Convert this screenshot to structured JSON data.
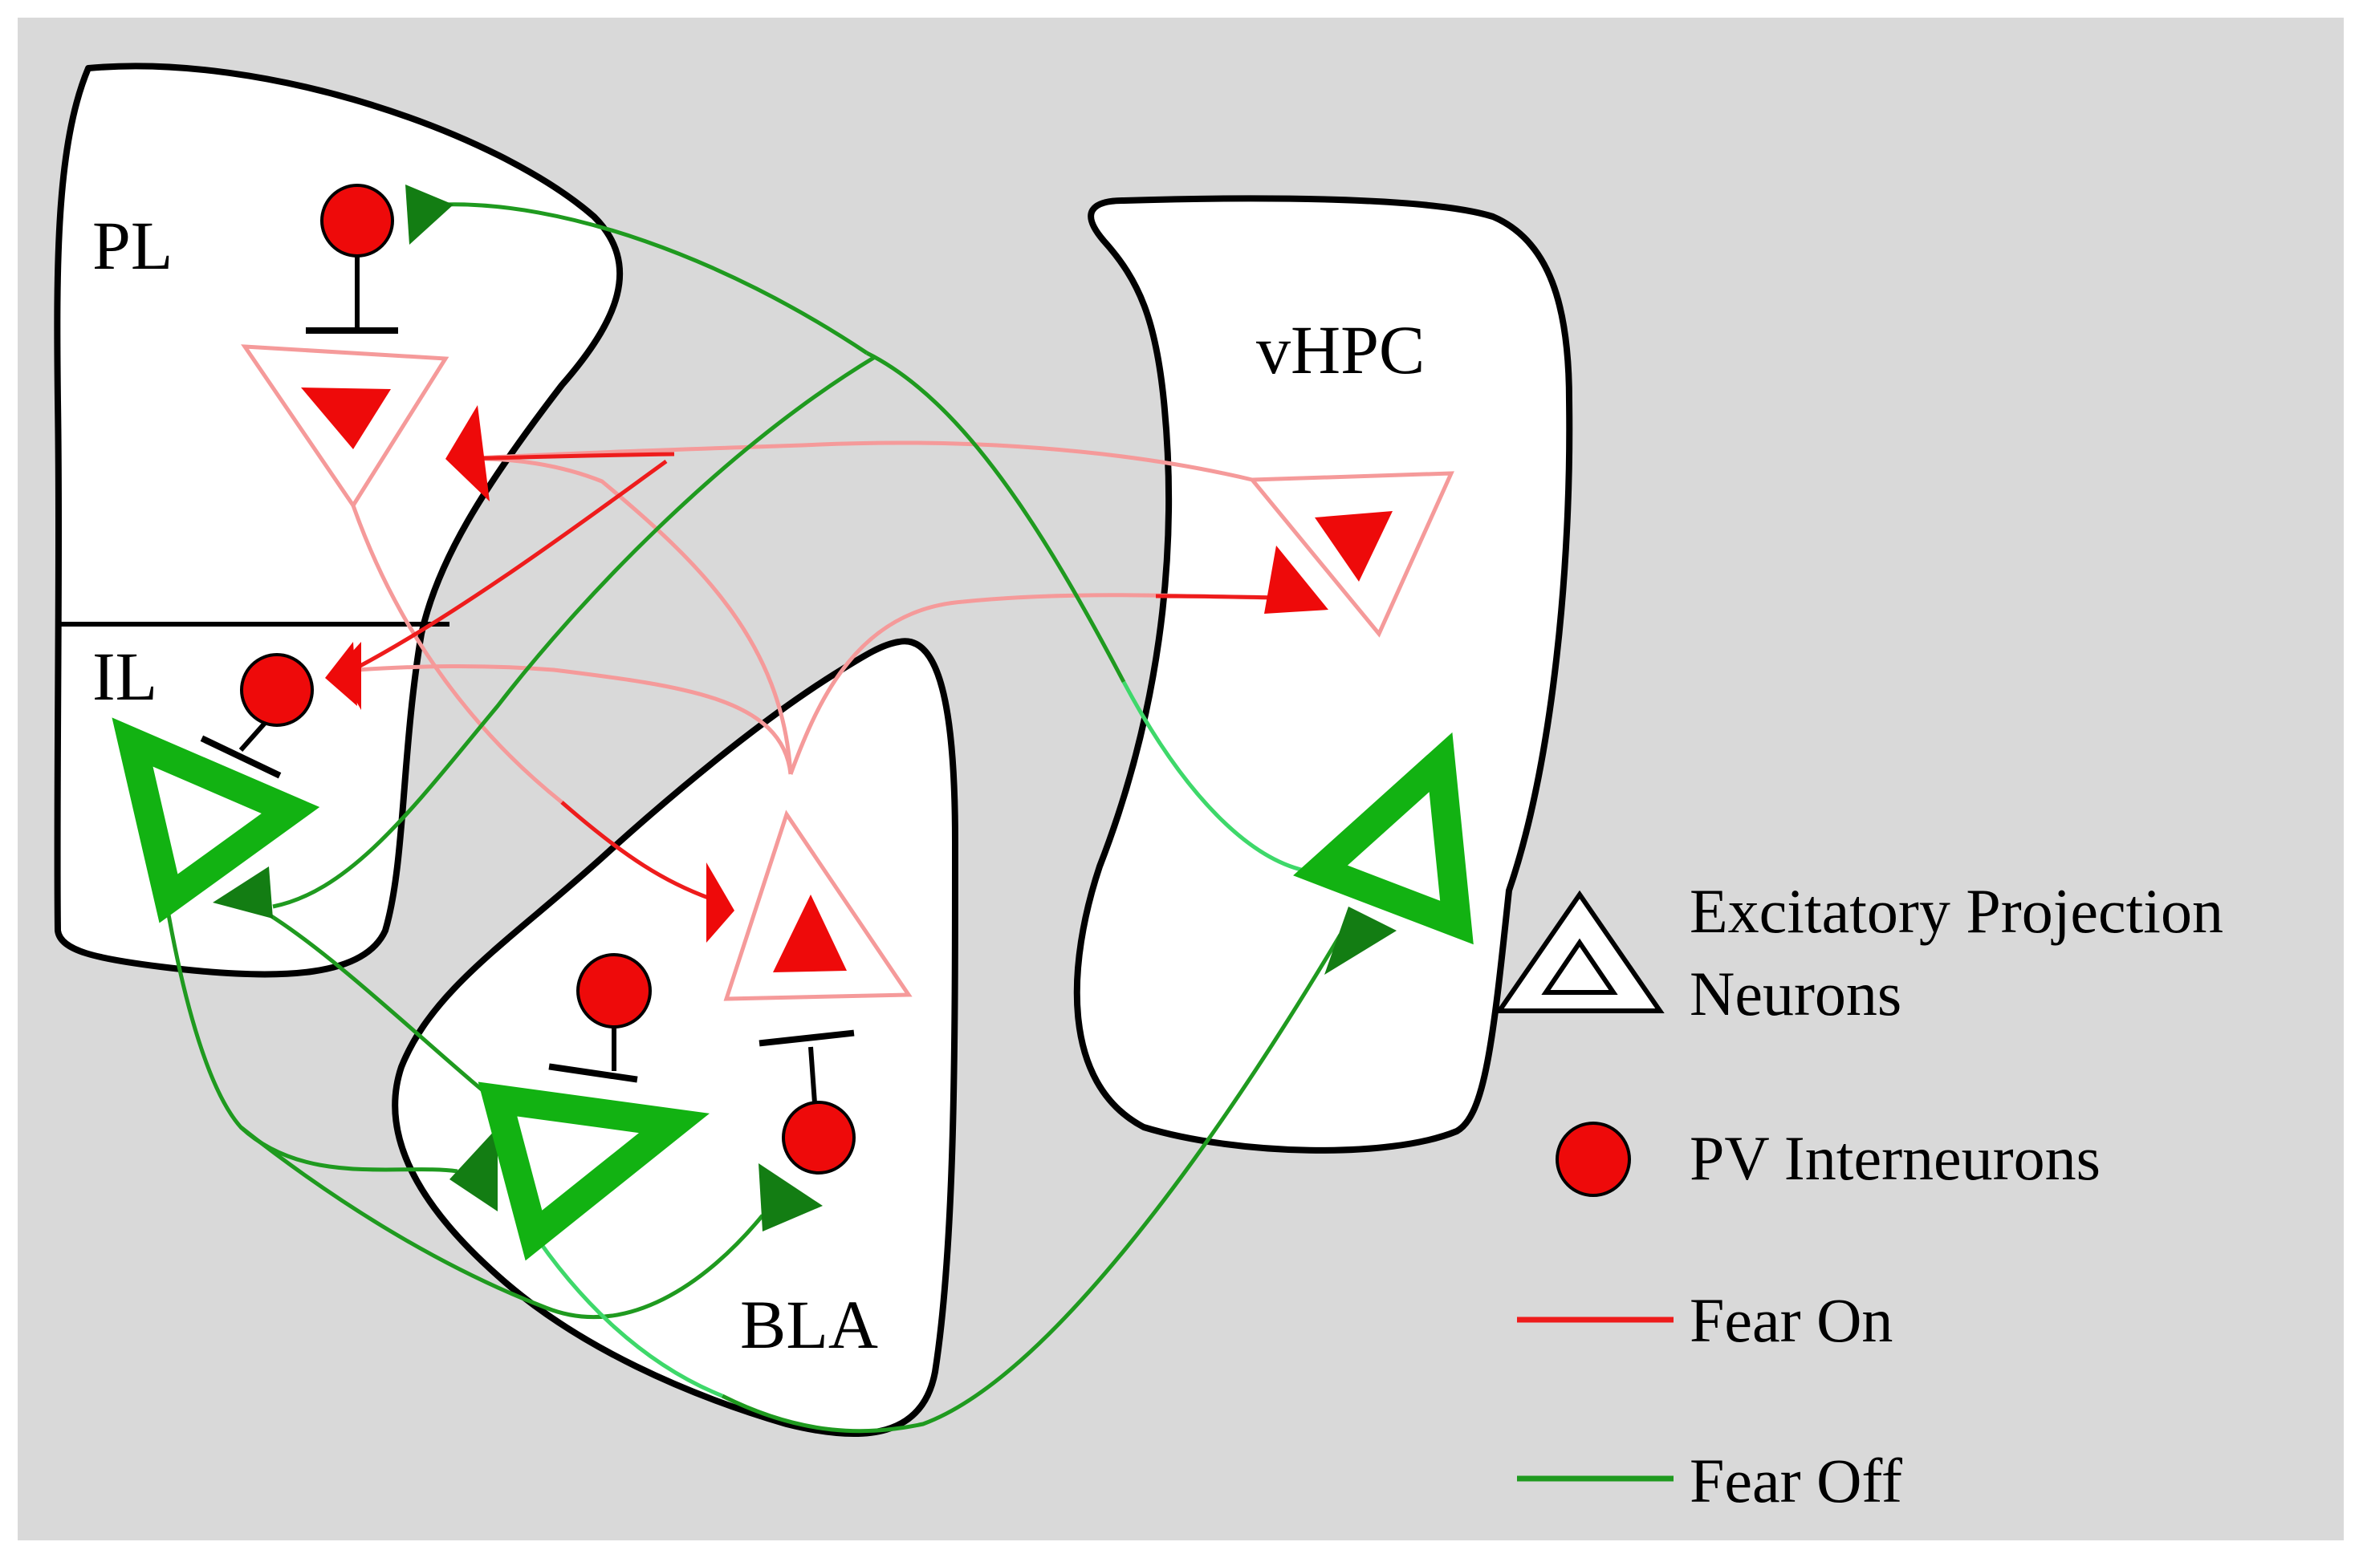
{
  "regions": {
    "pl": "PL",
    "il": "IL",
    "vhpc": "vHPC",
    "bla": "BLA"
  },
  "legend": {
    "projection_neurons": "Excitatory Projection Neurons",
    "pv_interneurons": "PV Interneurons",
    "fear_on": "Fear On",
    "fear_off": "Fear Off"
  },
  "colors": {
    "background": "#d9d9d9",
    "fear_on": "#ee1c1c",
    "fear_on_neuron": "#f59a9a",
    "fear_off": "#1f9a1f",
    "fear_off_neuron": "#12b212",
    "pv_interneuron": "#ee0a0a"
  }
}
